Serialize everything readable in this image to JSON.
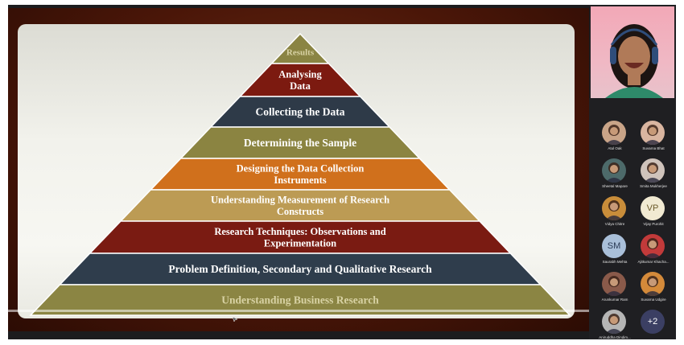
{
  "slide": {
    "levels": [
      {
        "text_lines": [
          "Results"
        ],
        "color": "#8a8443",
        "text_color": "#d8d2a4"
      },
      {
        "text_lines": [
          "Analysing",
          "Data"
        ],
        "color": "#7c1a10",
        "text_color": "#ffffff"
      },
      {
        "text_lines": [
          "Collecting the Data"
        ],
        "color": "#2e3a48",
        "text_color": "#ffffff"
      },
      {
        "text_lines": [
          "Determining the Sample"
        ],
        "color": "#8b8441",
        "text_color": "#ffffff"
      },
      {
        "text_lines": [
          "Designing the Data Collection",
          "Instruments"
        ],
        "color": "#d0701c",
        "text_color": "#ffffff"
      },
      {
        "text_lines": [
          "Understanding Measurement of Research",
          "Constructs"
        ],
        "color": "#bc9b54",
        "text_color": "#ffffff"
      },
      {
        "text_lines": [
          "Research Techniques: Observations and",
          "Experimentation"
        ],
        "color": "#7a1b12",
        "text_color": "#ffffff"
      },
      {
        "text_lines": [
          "Problem Definition, Secondary and Qualitative Research"
        ],
        "color": "#2f3d4c",
        "text_color": "#ffffff"
      },
      {
        "text_lines": [
          "Understanding Business Research"
        ],
        "color": "#8b8543",
        "text_color": "#d8d2a4"
      }
    ]
  },
  "participants": [
    {
      "name": "Atul Oak",
      "avatar": "photo",
      "color": "#c9a488"
    },
    {
      "name": "Suvarna Bhat",
      "avatar": "photo",
      "color": "#d9b5a0"
    },
    {
      "name": "Sheetal Mapare",
      "avatar": "photo",
      "color": "#4d6a6a"
    },
    {
      "name": "Smita Mukherjee",
      "avatar": "photo",
      "color": "#cfc3bb"
    },
    {
      "name": "Vidya Chitre",
      "avatar": "photo",
      "color": "#c98d3a"
    },
    {
      "name": "Vijay Purohit",
      "avatar": "initials",
      "initials": "VP",
      "color": "#f1ead2",
      "initials_color": "#6b5a2a"
    },
    {
      "name": "Saurabh Mehta",
      "avatar": "initials",
      "initials": "SM",
      "color": "#a9bfd9",
      "initials_color": "#2a3a55"
    },
    {
      "name": "Ajitkumar Khacha...",
      "avatar": "photo",
      "color": "#c23a3a"
    },
    {
      "name": "Arunkumar Ram",
      "avatar": "photo",
      "color": "#8a5a4a"
    },
    {
      "name": "Suvarna Udgire",
      "avatar": "photo",
      "color": "#d48a3a"
    },
    {
      "name": "Aniruddha Dindim...",
      "avatar": "photo",
      "color": "#b5b5b5"
    },
    {
      "name": "",
      "avatar": "initials",
      "initials": "+2",
      "color": "#3b3f63",
      "initials_color": "#ffffff"
    }
  ]
}
